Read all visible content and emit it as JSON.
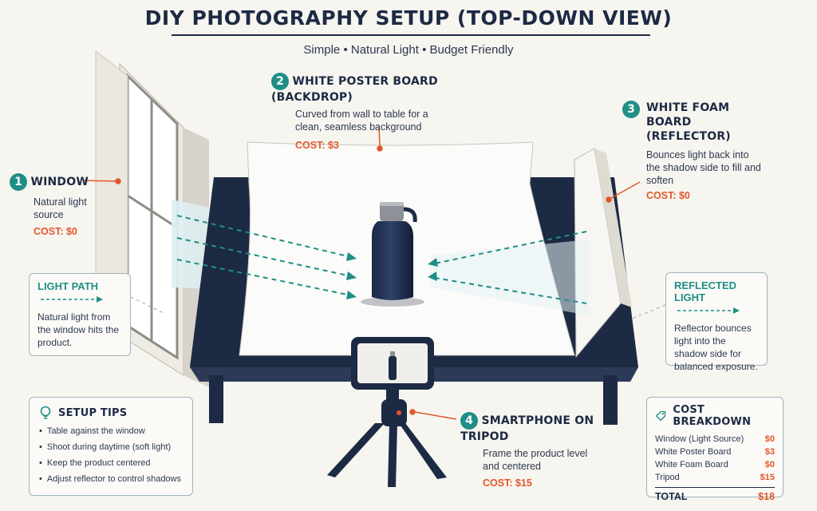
{
  "header": {
    "title": "DIY PHOTOGRAPHY SETUP (TOP-DOWN VIEW)",
    "subtitle": "Simple • Natural Light • Budget Friendly"
  },
  "callouts": [
    {
      "number": "1",
      "title": "WINDOW",
      "description": "Natural light source",
      "cost": "COST: $0"
    },
    {
      "number": "2",
      "title": "WHITE POSTER BOARD (BACKDROP)",
      "description": "Curved from wall to table for a clean, seamless background",
      "cost": "COST: $3"
    },
    {
      "number": "3",
      "title": "WHITE FOAM BOARD (REFLECTOR)",
      "description": "Bounces light back into the shadow side to fill and soften",
      "cost": "COST: $0"
    },
    {
      "number": "4",
      "title": "SMARTPHONE ON TRIPOD",
      "description": "Frame the product level and centered",
      "cost": "COST: $15"
    }
  ],
  "light_path": {
    "title": "LIGHT PATH",
    "text": "Natural light from the window hits the product."
  },
  "reflected_light": {
    "title": "REFLECTED LIGHT",
    "text": "Reflector bounces light into the shadow side for balanced exposure."
  },
  "setup_tips": {
    "title": "SETUP TIPS",
    "items": [
      "Table against the window",
      "Shoot during daytime (soft light)",
      "Keep the product centered",
      "Adjust reflector to control shadows"
    ]
  },
  "cost_breakdown": {
    "title": "COST BREAKDOWN",
    "rows": [
      {
        "item": "Window (Light Source)",
        "amount": "$0"
      },
      {
        "item": "White Poster Board",
        "amount": "$3"
      },
      {
        "item": "White Foam Board",
        "amount": "$0"
      },
      {
        "item": "Tripod",
        "amount": "$15"
      }
    ],
    "total_label": "TOTAL",
    "total_amount": "$18"
  },
  "colors": {
    "navy": "#1d2a44",
    "teal": "#1f8f86",
    "orange": "#e2572b",
    "paper": "#f7f5f0"
  },
  "icons": [
    "lightbulb-icon",
    "price-tag-icon",
    "arrow-icon"
  ]
}
